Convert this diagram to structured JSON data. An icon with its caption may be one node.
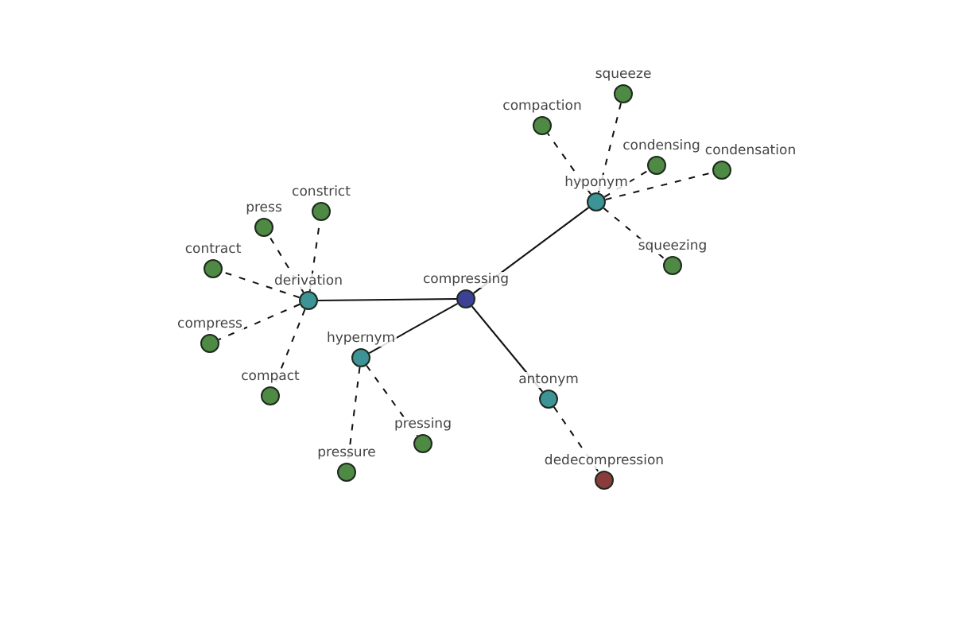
{
  "diagram": {
    "nodes": [
      {
        "text": [
          "compressing"
        ]
      },
      {
        "text": [
          "derivation"
        ]
      },
      {
        "text": [
          "hypernym"
        ]
      },
      {
        "text": [
          "hyponym"
        ]
      },
      {
        "text": [
          "antonym"
        ]
      },
      {
        "text": [
          "constrict"
        ]
      },
      {
        "text": [
          "press"
        ]
      },
      {
        "text": [
          "contract"
        ]
      },
      {
        "text": [
          "compress"
        ]
      },
      {
        "text": [
          "compact"
        ]
      },
      {
        "text": [
          "pressing"
        ]
      },
      {
        "text": [
          "pressure"
        ]
      },
      {
        "text": [
          "squeeze"
        ]
      },
      {
        "text": [
          "compaction"
        ]
      },
      {
        "text": [
          "condensing"
        ]
      },
      {
        "text": [
          "condensation"
        ]
      },
      {
        "text": [
          "squeezing"
        ]
      },
      {
        "text": [
          "dedecompression"
        ]
      }
    ],
    "edges": [
      {
        "from": 0,
        "to": 1,
        "arrow": "none"
      },
      {
        "from": 0,
        "to": 2,
        "arrow": "none"
      },
      {
        "from": 0,
        "to": 3,
        "arrow": "none"
      },
      {
        "from": 0,
        "to": 4,
        "arrow": "none"
      },
      {
        "from": 1,
        "to": 5,
        "arrow": "none",
        "style": "dashed"
      },
      {
        "from": 1,
        "to": 6,
        "arrow": "none",
        "style": "dashed"
      },
      {
        "from": 1,
        "to": 7,
        "arrow": "none",
        "style": "dashed"
      },
      {
        "from": 1,
        "to": 8,
        "arrow": "none",
        "style": "dashed"
      },
      {
        "from": 1,
        "to": 9,
        "arrow": "none",
        "style": "dashed"
      },
      {
        "from": 2,
        "to": 10,
        "arrow": "none",
        "style": "dashed"
      },
      {
        "from": 2,
        "to": 11,
        "arrow": "none",
        "style": "dashed"
      },
      {
        "from": 3,
        "to": 12,
        "arrow": "none",
        "style": "dashed"
      },
      {
        "from": 3,
        "to": 13,
        "arrow": "none",
        "style": "dashed"
      },
      {
        "from": 3,
        "to": 14,
        "arrow": "none",
        "style": "dashed"
      },
      {
        "from": 3,
        "to": 15,
        "arrow": "none",
        "style": "dashed"
      },
      {
        "from": 3,
        "to": 16,
        "arrow": "none",
        "style": "dashed"
      },
      {
        "from": 4,
        "to": 17,
        "arrow": "none",
        "style": "dashed"
      }
    ]
  }
}
